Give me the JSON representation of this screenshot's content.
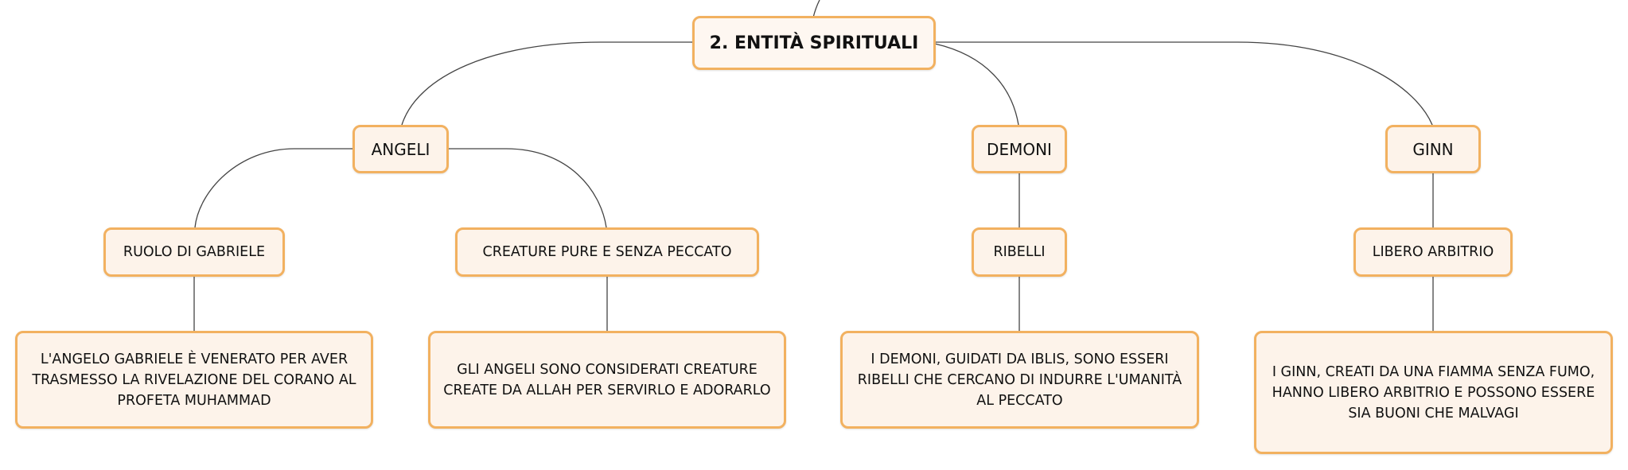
{
  "diagram": {
    "root": "2. ENTITÀ SPIRITUALI",
    "angeli": "ANGELI",
    "demoni": "DEMONI",
    "ginn": "GINN",
    "ruolo_gabriele": "RUOLO DI GABRIELE",
    "creature_pure": "CREATURE PURE E SENZA PECCATO",
    "ribelli": "RIBELLI",
    "libero_arbitrio": "LIBERO ARBITRIO",
    "leaf_gabriele": "L'ANGELO GABRIELE È VENERATO PER AVER TRASMESSO LA RIVELAZIONE DEL CORANO AL PROFETA MUHAMMAD",
    "leaf_angeli": "GLI ANGELI SONO CONSIDERATI CREATURE CREATE DA ALLAH PER SERVIRLO E ADORARLO",
    "leaf_demoni": "I DEMONI, GUIDATI DA IBLIS, SONO ESSERI RIBELLI CHE CERCANO DI INDURRE L'UMANITÀ AL PECCATO",
    "leaf_ginn": "I GINN, CREATI DA UNA FIAMMA SENZA FUMO, HANNO LIBERO ARBITRIO E POSSONO ESSERE SIA BUONI CHE MALVAGI"
  },
  "colors": {
    "node_border": "#f2b160",
    "node_fill": "#fdf3ea",
    "connector": "#444444"
  }
}
